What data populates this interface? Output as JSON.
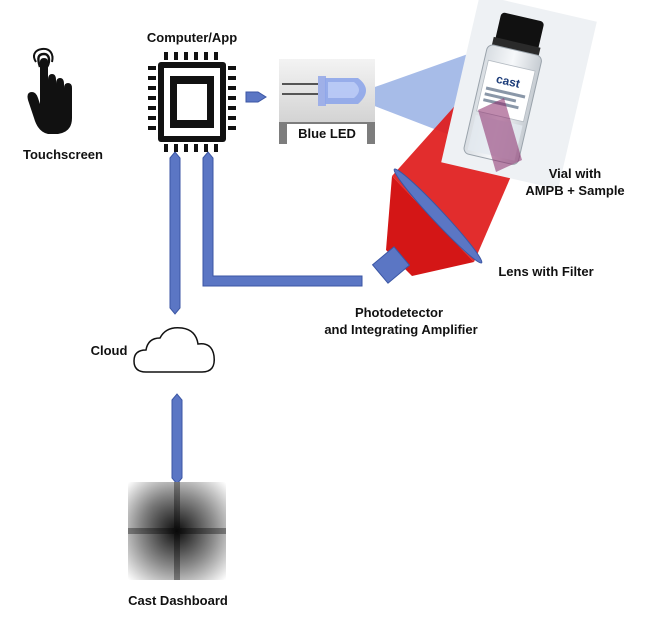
{
  "labels": {
    "computer": "Computer/App",
    "touchscreen": "Touchscreen",
    "blue_led": "Blue LED",
    "vial_line1": "Vial with",
    "vial_line2": "AMPB + Sample",
    "lens": "Lens with Filter",
    "photodetector_line1": "Photodetector",
    "photodetector_line2": "and Integrating Amplifier",
    "cloud": "Cloud",
    "dashboard": "Cast Dashboard"
  },
  "vial_logo": "cast",
  "colors": {
    "connector": "#5b76c4",
    "connector_stroke": "#3b56a4",
    "blue_beam": "#8aa6e0",
    "red_beam": "#e01b1b",
    "chip": "#111111"
  },
  "icons": {
    "touchscreen": "hand-pointer-icon",
    "computer": "microchip-icon",
    "cloud": "cloud-icon"
  }
}
